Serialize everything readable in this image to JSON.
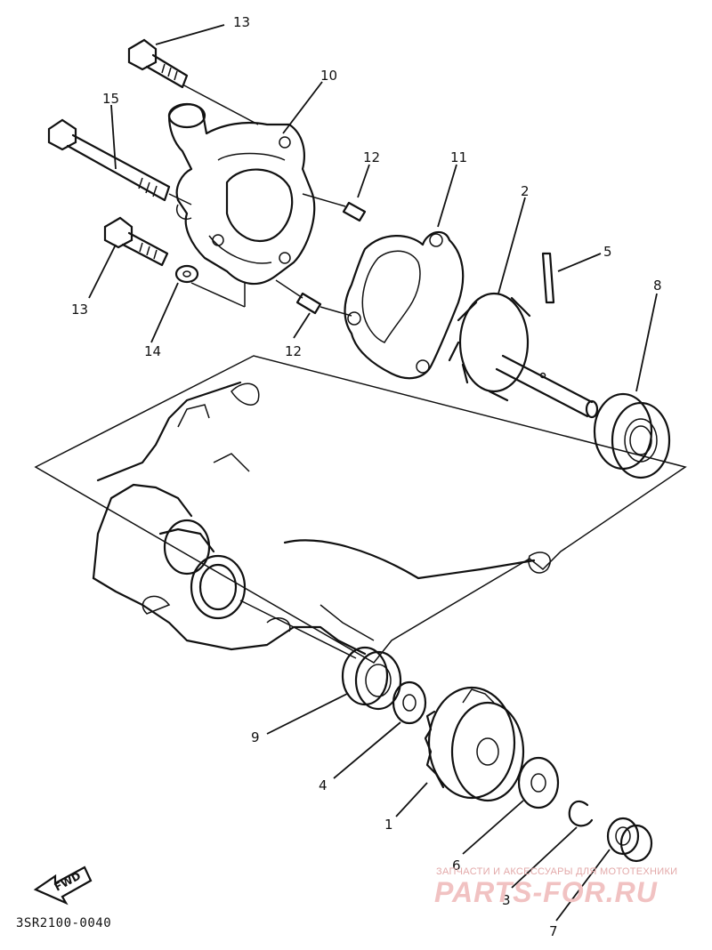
{
  "diagram_code": "3SR2100-0040",
  "fwd_label": "FWD",
  "watermark": {
    "line1": "ЗАПЧАСТИ И АКСЕССУАРЫ ДЛЯ МОТОТЕХНИКИ",
    "line2": "PARTS-FOR.RU"
  },
  "callouts": {
    "c13a": "13",
    "c10": "10",
    "c15": "15",
    "c12a": "12",
    "c11": "11",
    "c2": "2",
    "c5": "5",
    "c8": "8",
    "c13b": "13",
    "c14": "14",
    "c12b": "12",
    "c9": "9",
    "c4": "4",
    "c1": "1",
    "c6": "6",
    "c3": "3",
    "c7": "7"
  }
}
